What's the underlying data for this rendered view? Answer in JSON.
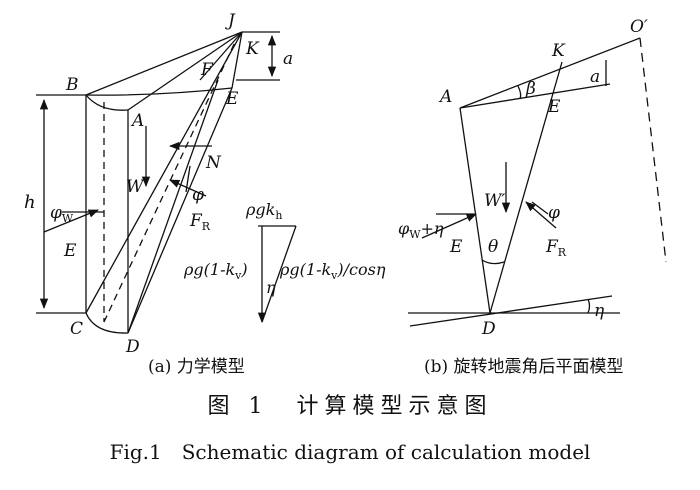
{
  "panel_a": {
    "points": {
      "J": "J",
      "K": "K",
      "a": "a",
      "B": "B",
      "F": "F",
      "E_top": "E",
      "A": "A",
      "N": "N",
      "W": "W",
      "h": "h",
      "phi": "φ",
      "phi_w": "φ",
      "phi_w_sub": "W",
      "E_left": "E",
      "FR": "F",
      "FR_sub": "R",
      "C": "C",
      "D": "D"
    },
    "triangle": {
      "top": "ρgk",
      "top_sub": "h",
      "left": "ρg(1-k",
      "left_sub": "v",
      "left_end": ")",
      "eta": "η",
      "right": "ρg(1-k",
      "right_sub": "v",
      "right_end": ")/cosη"
    }
  },
  "panel_b": {
    "points": {
      "O": "O′",
      "K": "K",
      "A": "A",
      "beta": "β",
      "a": "a",
      "E_top": "E",
      "W": "W′",
      "phi": "φ",
      "phi_w": "φ",
      "phi_w_sub": "W",
      "phi_w_end": "+η",
      "E_left": "E",
      "theta": "θ",
      "FR": "F",
      "FR_sub": "R",
      "D": "D",
      "eta": "η"
    }
  },
  "captions": {
    "a": "(a) 力学模型",
    "b": "(b) 旋转地震角后平面模型",
    "figure_cn": "图 1　计算模型示意图",
    "figure_en": "Fig.1　Schematic diagram of calculation model"
  }
}
